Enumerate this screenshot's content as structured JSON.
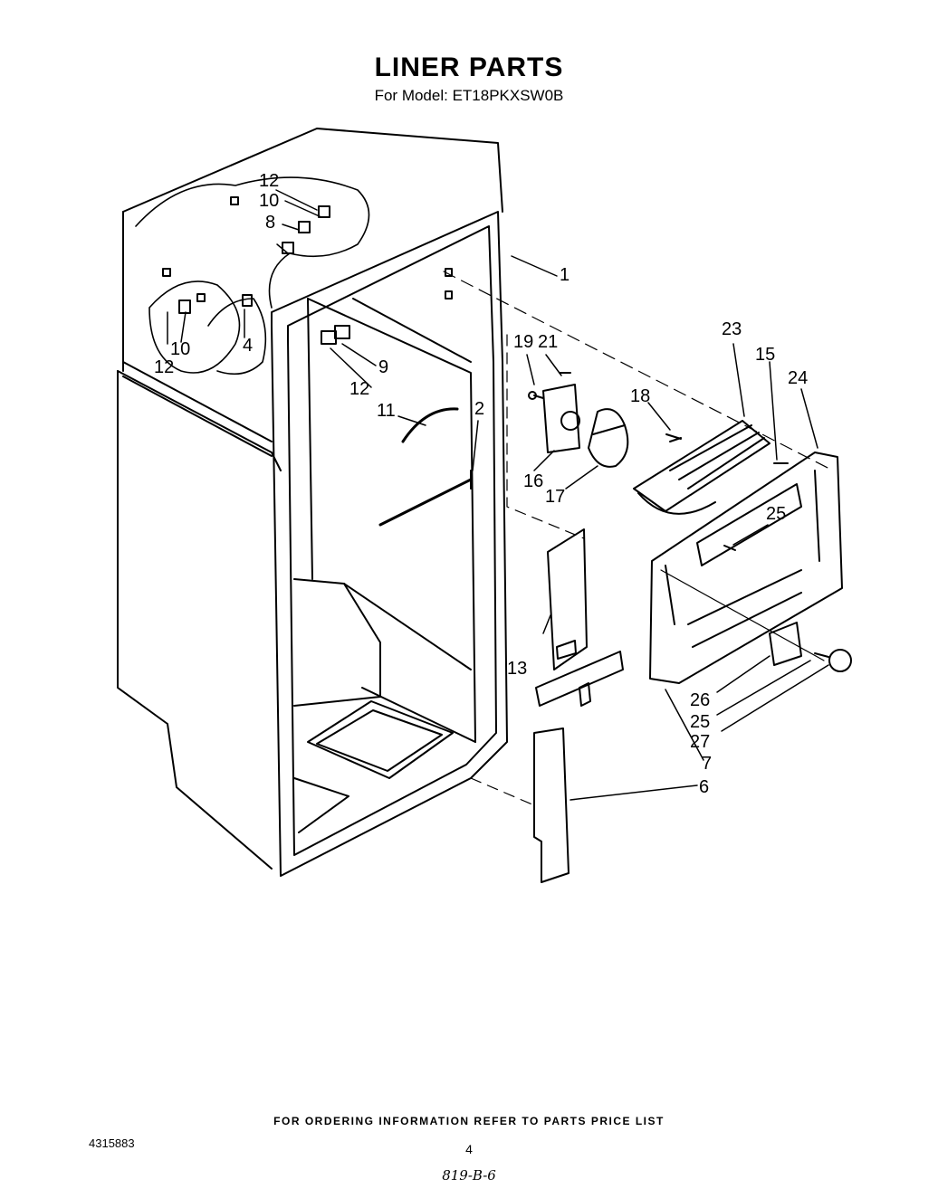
{
  "header": {
    "title": "LINER PARTS",
    "subtitle": "For Model: ET18PKXSW0B"
  },
  "diagram": {
    "callouts": [
      {
        "id": "c1",
        "label": "1"
      },
      {
        "id": "c2",
        "label": "2"
      },
      {
        "id": "c4",
        "label": "4"
      },
      {
        "id": "c6",
        "label": "6"
      },
      {
        "id": "c7",
        "label": "7"
      },
      {
        "id": "c8",
        "label": "8"
      },
      {
        "id": "c9",
        "label": "9"
      },
      {
        "id": "c10a",
        "label": "10"
      },
      {
        "id": "c10b",
        "label": "10"
      },
      {
        "id": "c11",
        "label": "11"
      },
      {
        "id": "c12a",
        "label": "12"
      },
      {
        "id": "c12b",
        "label": "12"
      },
      {
        "id": "c12c",
        "label": "12"
      },
      {
        "id": "c13",
        "label": "13"
      },
      {
        "id": "c15",
        "label": "15"
      },
      {
        "id": "c16",
        "label": "16"
      },
      {
        "id": "c17",
        "label": "17"
      },
      {
        "id": "c18",
        "label": "18"
      },
      {
        "id": "c19",
        "label": "19"
      },
      {
        "id": "c21",
        "label": "21"
      },
      {
        "id": "c23",
        "label": "23"
      },
      {
        "id": "c24",
        "label": "24"
      },
      {
        "id": "c25a",
        "label": "25"
      },
      {
        "id": "c25b",
        "label": "25"
      },
      {
        "id": "c26",
        "label": "26"
      },
      {
        "id": "c27",
        "label": "27"
      }
    ]
  },
  "footer": {
    "note": "FOR ORDERING INFORMATION REFER TO PARTS PRICE LIST",
    "doc_number": "4315883",
    "page_number": "4",
    "handwritten_code": "819-B-6"
  }
}
